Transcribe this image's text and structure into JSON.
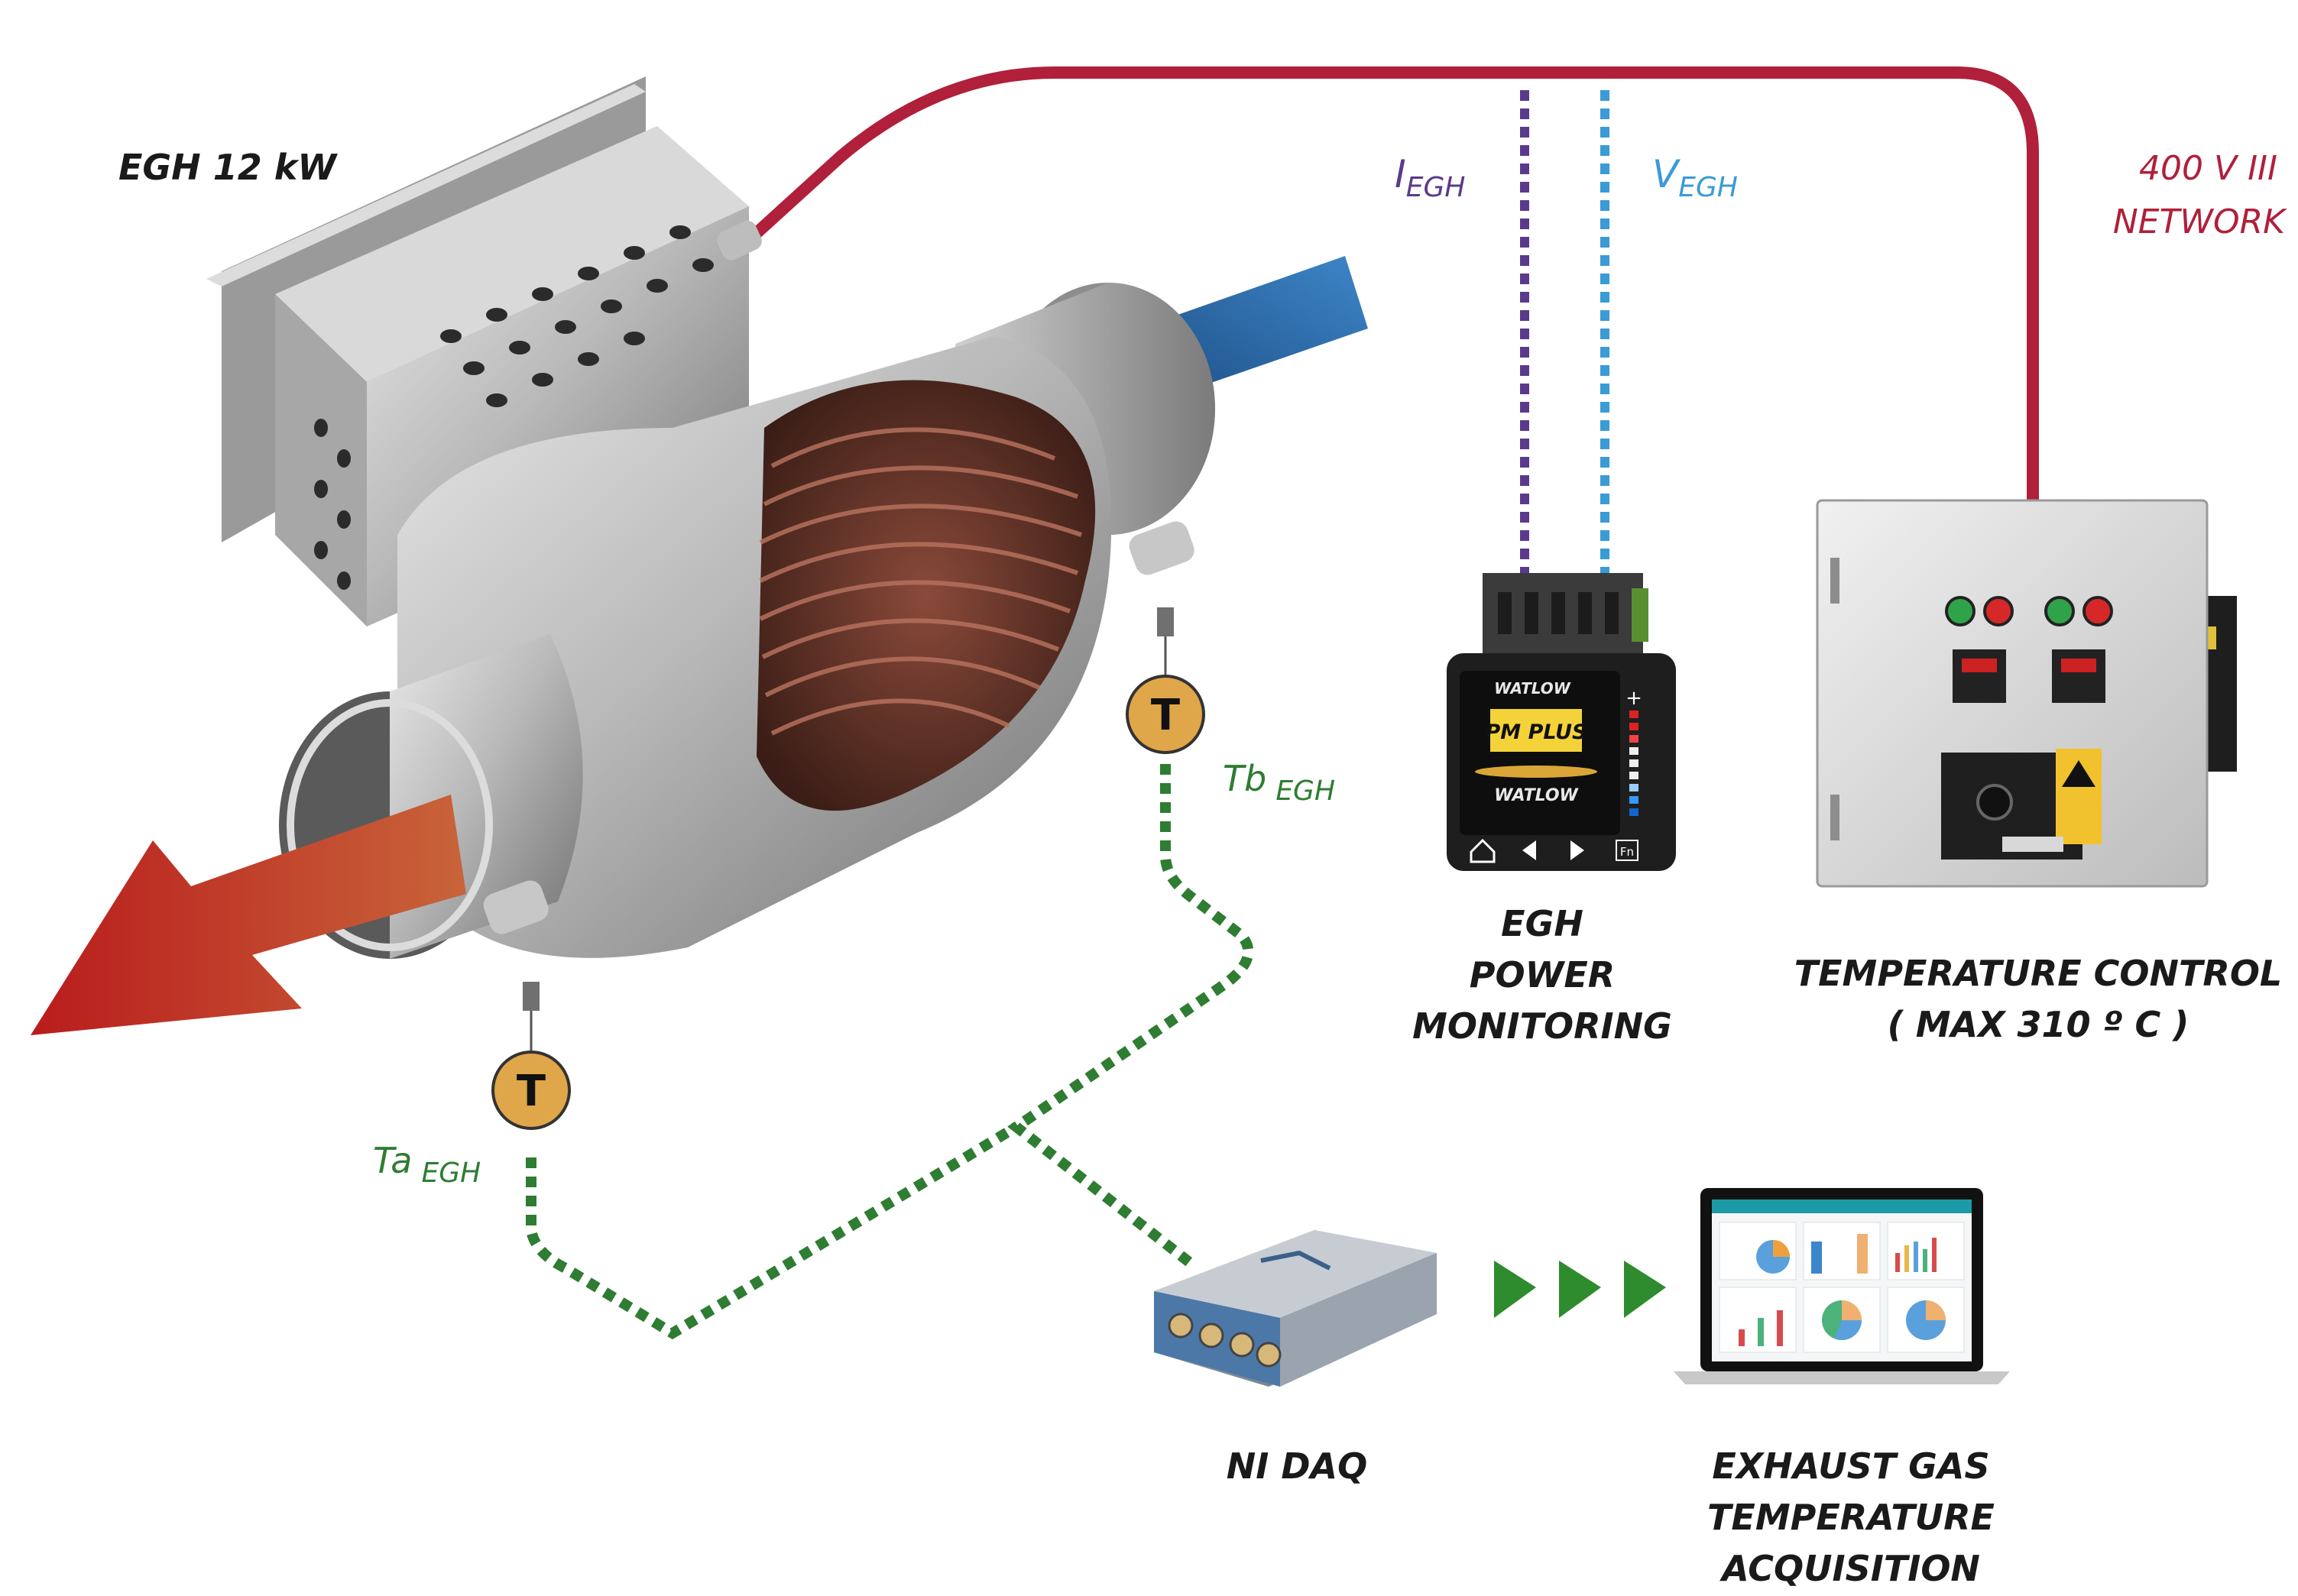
{
  "labels": {
    "egh_title": "EGH 12 kW",
    "i_egh_main": "I",
    "i_egh_sub": "EGH",
    "v_egh_main": "V",
    "v_egh_sub": "EGH",
    "network_line1": "400 V III",
    "network_line2": "NETWORK",
    "tb_main": "Tb",
    "tb_sub": "EGH",
    "ta_main": "Ta",
    "ta_sub": "EGH",
    "power_line1": "EGH",
    "power_line2": "POWER",
    "power_line3": "MONITORING",
    "temp_line1": "TEMPERATURE CONTROL",
    "temp_line2": "( MAX 310 º C )",
    "daq": "NI DAQ",
    "acq_line1": "EXHAUST  GAS",
    "acq_line2": "TEMPERATURE",
    "acq_line3": "ACQUISITION"
  },
  "sensors": {
    "symbol": "T"
  },
  "watlow": {
    "brand": "WATLOW",
    "model": "PM PLUS",
    "fn_key": "Fn"
  },
  "colors": {
    "power_line": "#b0203a",
    "current_line": "#5b3a8c",
    "voltage_line": "#3a9bd5",
    "thermocouple_line": "#2e7d32",
    "sensor_fill": "#e0a64a",
    "hot_arrow": "#c0282a",
    "cold_arrow": "#1e5f9e"
  },
  "icons": [
    "home-icon",
    "left-arrow-icon",
    "right-arrow-icon",
    "play-arrow-icon"
  ]
}
